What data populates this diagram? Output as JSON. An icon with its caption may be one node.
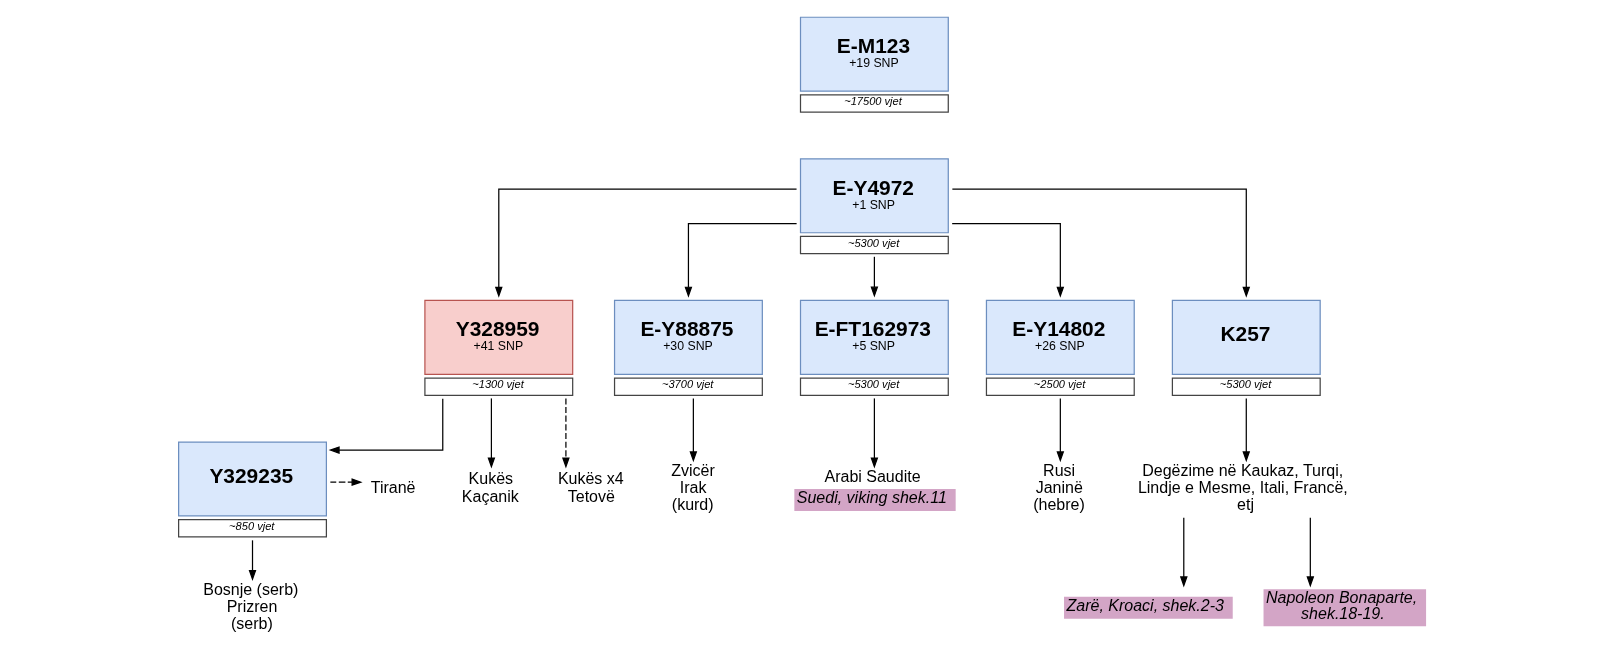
{
  "diagram": {
    "nodes": [
      {
        "text": [
          "E-M123",
          "+19 SNP"
        ],
        "beside": [
          "~17500 vjet"
        ]
      },
      {
        "text": [
          "E-Y4972",
          "+1 SNP"
        ],
        "beside": [
          "~5300 vjet"
        ]
      },
      {
        "text": [
          "Y328959",
          "+41 SNP"
        ],
        "beside": [
          "~1300 vjet"
        ]
      },
      {
        "text": [
          "E-Y88875",
          "+30 SNP"
        ],
        "beside": [
          "~3700 vjet"
        ]
      },
      {
        "text": [
          "E-FT162973",
          "+5 SNP"
        ],
        "beside": [
          "~5300 vjet"
        ]
      },
      {
        "text": [
          "E-Y14802",
          "+26 SNP"
        ],
        "beside": [
          "~2500 vjet"
        ]
      },
      {
        "text": [
          "K257"
        ],
        "beside": [
          "~5300 vjet"
        ]
      },
      {
        "text": [
          "Y329235"
        ],
        "beside": [
          "~850 vjet"
        ]
      },
      {
        "text": [
          "Kukës Kaçanik"
        ]
      },
      {
        "text": [
          "Kukës x4 Tetovë"
        ]
      },
      {
        "text": [
          "Zvicër Irak (kurd)"
        ]
      },
      {
        "text": [
          "Arabi Saudite",
          "Suedi, viking shek.11"
        ]
      },
      {
        "text": [
          "Rusi Janinë (hebre)"
        ]
      },
      {
        "text": [
          "Degëzime në Kaukaz, Turqi, Lindje e Mesme, Itali, Francë, etj"
        ]
      },
      {
        "text": [
          "Tiranë"
        ]
      },
      {
        "text": [
          "Bosnje (serb) Prizren (serb)"
        ]
      },
      {
        "text": [
          "Zarë, Kroaci, shek.2-3"
        ]
      },
      {
        "text": [
          "Napoleon Bonaparte, shek.18-19."
        ]
      }
    ],
    "edges": [
      {
        "from": 1,
        "to": 2,
        "arrow": "to"
      },
      {
        "from": 1,
        "to": 3,
        "arrow": "to"
      },
      {
        "from": 1,
        "to": 4,
        "arrow": "to"
      },
      {
        "from": 1,
        "to": 5,
        "arrow": "to"
      },
      {
        "from": 1,
        "to": 6,
        "arrow": "to"
      },
      {
        "from": 2,
        "to": 7,
        "arrow": "to"
      },
      {
        "from": 2,
        "to": 8,
        "arrow": "to"
      },
      {
        "from": 2,
        "to": 9,
        "arrow": "to",
        "style": "dashed"
      },
      {
        "from": 3,
        "to": 10,
        "arrow": "to"
      },
      {
        "from": 4,
        "to": 11,
        "arrow": "to"
      },
      {
        "from": 5,
        "to": 12,
        "arrow": "to"
      },
      {
        "from": 6,
        "to": 13,
        "arrow": "to"
      },
      {
        "from": 7,
        "to": 14,
        "arrow": "to",
        "style": "dashed"
      },
      {
        "from": 7,
        "to": 15,
        "arrow": "to"
      },
      {
        "from": 13,
        "to": 16,
        "arrow": "to"
      },
      {
        "from": 13,
        "to": 17,
        "arrow": "to"
      }
    ]
  }
}
